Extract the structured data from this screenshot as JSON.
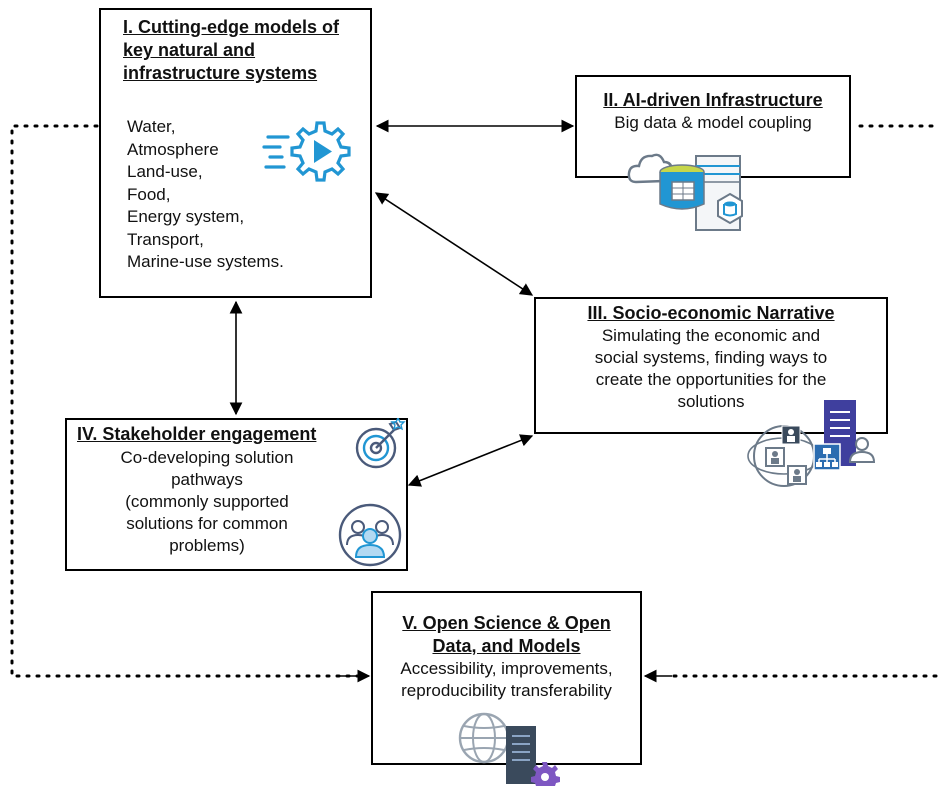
{
  "boxes": {
    "models": {
      "title": "I. Cutting-edge models of key natural and infrastructure systems",
      "items": [
        "Water,",
        "Atmosphere",
        "Land-use,",
        "Food,",
        "Energy system,",
        "Transport,",
        "Marine-use systems."
      ]
    },
    "ai": {
      "title": "II. AI-driven Infrastructure",
      "body": "Big data & model coupling"
    },
    "socio": {
      "title": "III. Socio-economic Narrative",
      "lines": [
        "Simulating the economic and",
        "social systems, finding ways to",
        "create the opportunities for the",
        "solutions"
      ]
    },
    "stakeholder": {
      "title": "IV. Stakeholder engagement",
      "lines": [
        "Co-developing solution",
        "pathways",
        "(commonly supported",
        "solutions for common",
        "problems)"
      ]
    },
    "open": {
      "title_lines": [
        "V. Open Science & Open",
        "Data, and Models"
      ],
      "lines": [
        "Accessibility, improvements,",
        "reproducibility transferability"
      ]
    }
  },
  "icons": [
    "gear-play-icon",
    "cloud-database-icon",
    "network-org-chart-icon",
    "target-icon",
    "people-group-icon",
    "globe-server-gear-icon"
  ],
  "colors": {
    "icon_blue": "#2196d3",
    "icon_gray": "#6c7a89",
    "icon_navy": "#3f3f9e",
    "icon_purple": "#7e57c2"
  }
}
